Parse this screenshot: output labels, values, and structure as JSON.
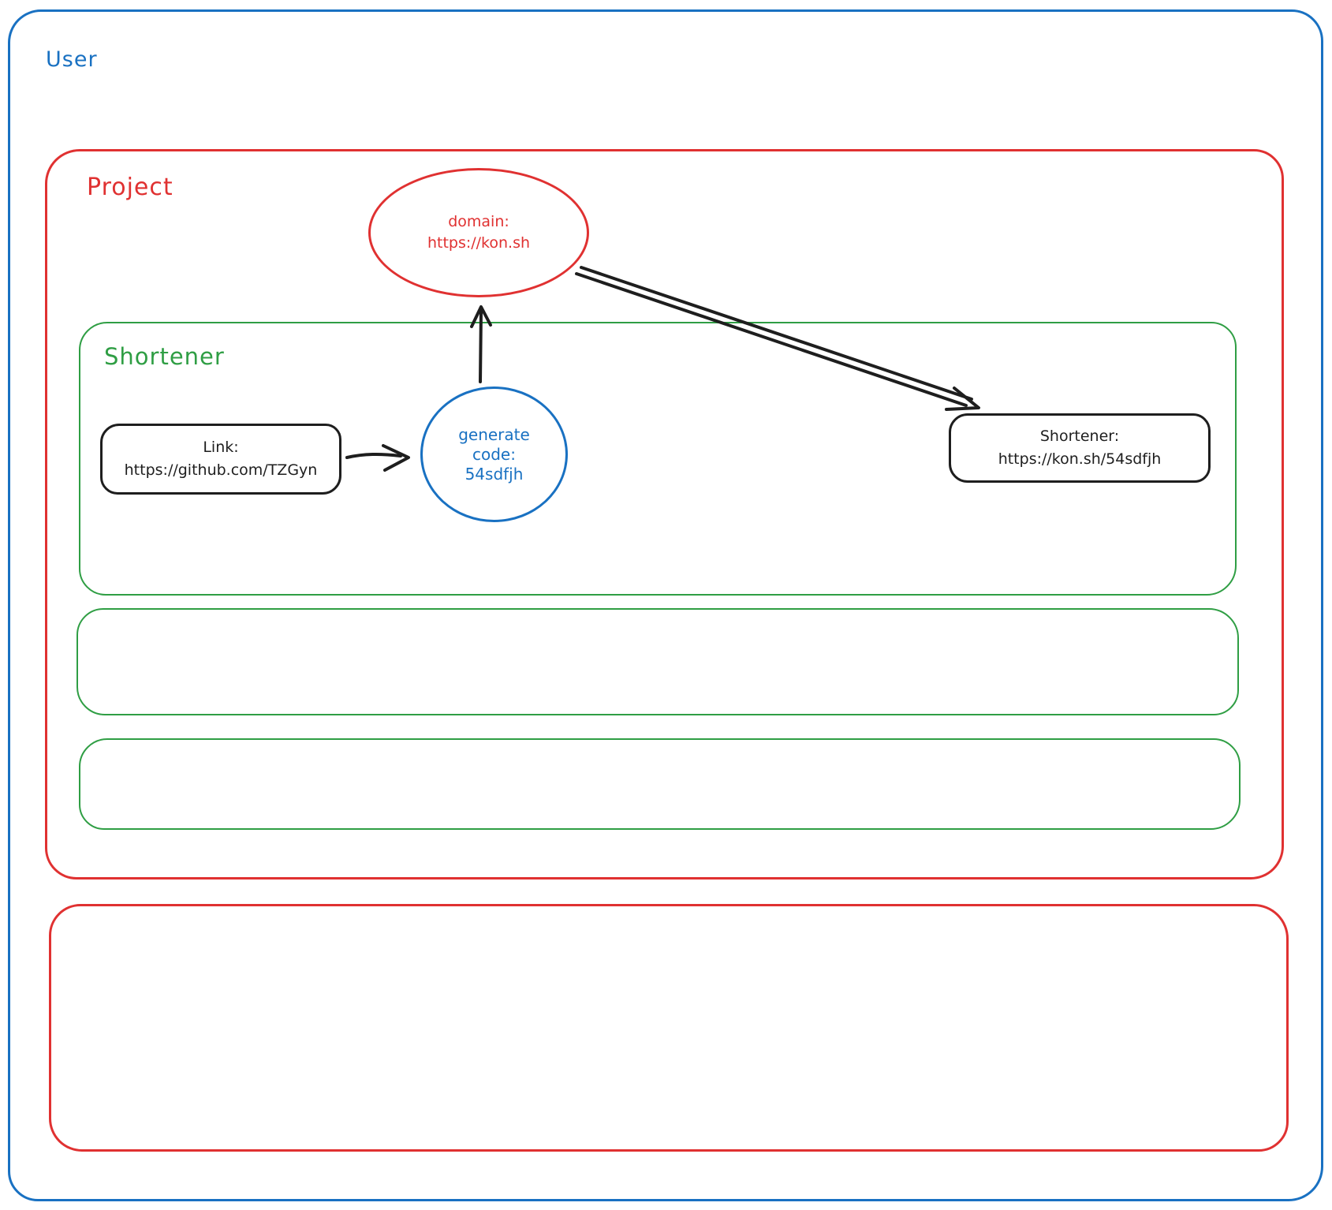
{
  "diagram": {
    "containers": {
      "user": {
        "label": "User"
      },
      "project": {
        "label": "Project"
      },
      "shortener": {
        "label": "Shortener"
      }
    },
    "nodes": {
      "domain": {
        "line1": "domain:",
        "line2": "https://kon.sh"
      },
      "link": {
        "line1": "Link:",
        "line2": "https://github.com/TZGyn"
      },
      "generate": {
        "line1": "generate",
        "line2": "code:",
        "line3": "54sdfjh"
      },
      "short_url": {
        "line1": "Shortener:",
        "line2": "https://kon.sh/54sdfjh"
      }
    },
    "arrows": [
      {
        "from": "link",
        "to": "generate"
      },
      {
        "from": "generate",
        "to": "domain"
      },
      {
        "from": "domain",
        "to": "short_url"
      }
    ],
    "colors": {
      "user_frame": "#1971c2",
      "project_frame": "#e03131",
      "shortener_frame": "#2f9e44",
      "node_stroke": "#1e1e1e",
      "generate_circle": "#1971c2",
      "domain_ellipse": "#e03131",
      "background": "#ffffff"
    }
  }
}
